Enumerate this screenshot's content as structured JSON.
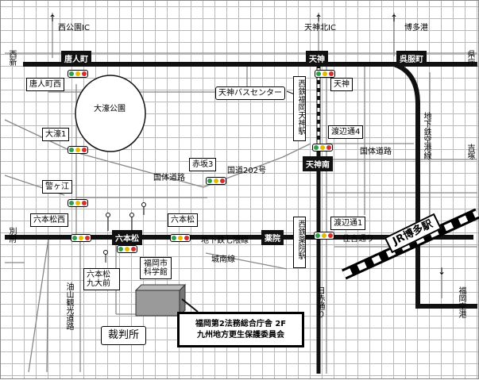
{
  "map": {
    "colors": {
      "grid": "#b9b9b9",
      "road": "#111111",
      "minor_road": "#888888",
      "signal_green": "#2f9e4a",
      "signal_yellow": "#e6b800",
      "signal_red": "#d62d2d",
      "building": "#9a9a9a"
    },
    "directions": {
      "nishi_koen_ic": "西公園IC",
      "tenjin_kita_ic": "天神北IC",
      "hakata_port": "博多港",
      "fukuoka_airport": "福岡空港",
      "nishi_shin": "西新",
      "kenchou": "県庁",
      "beppu": "別府",
      "yoshizuka": "吉塚"
    },
    "intersections": {
      "toujinmachi": "唐人町",
      "tenjin": "天神",
      "gofukumachi": "呉服町",
      "ropponmatsu": "六本松",
      "yakuin": "薬院",
      "tenjin_minami": "天神南"
    },
    "signals": {
      "toujinmachi_nishi": "唐人町西",
      "tenjin": "天神",
      "watanabedori4": "渡辺通4",
      "ohori1": "大濠1",
      "akasaka3": "赤坂3",
      "kego": "警ヶ江",
      "ropponmatsu": "六本松",
      "ropponmatsu_nishi": "六本松西",
      "ropponmatsu_kyudaimae": "六本松九大前",
      "watanabedori1": "渡辺通1"
    },
    "roads": {
      "kokutai_doro_left": "国体道路",
      "kokutai_doro_right": "国体道路",
      "route202": "国道202号",
      "subway_nanakuma": "地下鉄七隈線",
      "jonan_sen": "城南線",
      "subway_kuko": "地下鉄空港線",
      "sumiyoshi_dori": "住吉通り",
      "hiesaki_dori": "日赤通り",
      "aburayama_kanko": "油山観光道路"
    },
    "landmarks": {
      "ohori_park": "大濠公園",
      "tenjin_bus_center": "天神バスセンター",
      "nishitetsu_fukuoka_tenjin": "西鉄福岡天神駅",
      "nishitetsu_yakuin": "西鉄薬院駅",
      "science_museum": "福岡市科学館",
      "court": "裁判所",
      "jr_hakata": "JR博多駅"
    },
    "destination": {
      "line1": "福岡第2法務総合庁舎 2F",
      "line2": "九州地方更生保護委員会"
    }
  }
}
